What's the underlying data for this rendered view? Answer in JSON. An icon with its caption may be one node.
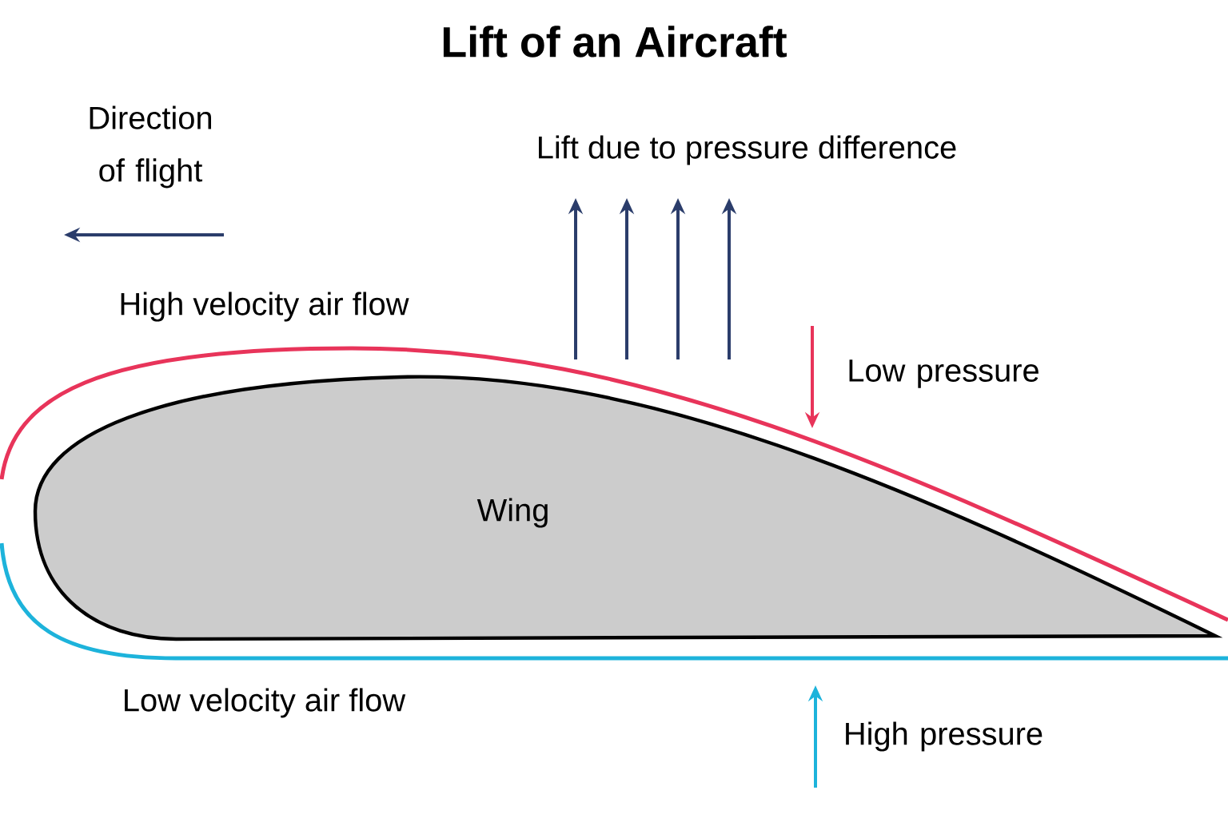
{
  "diagram": {
    "title": "Lift of an Aircraft",
    "nodes": [
      {
        "text": [
          "Wing"
        ]
      }
    ],
    "labels": [
      "Direction of flight",
      "Lift due to pressure difference",
      "High velocity air flow",
      "Low pressure",
      "Low velocity air flow",
      "High pressure"
    ]
  }
}
